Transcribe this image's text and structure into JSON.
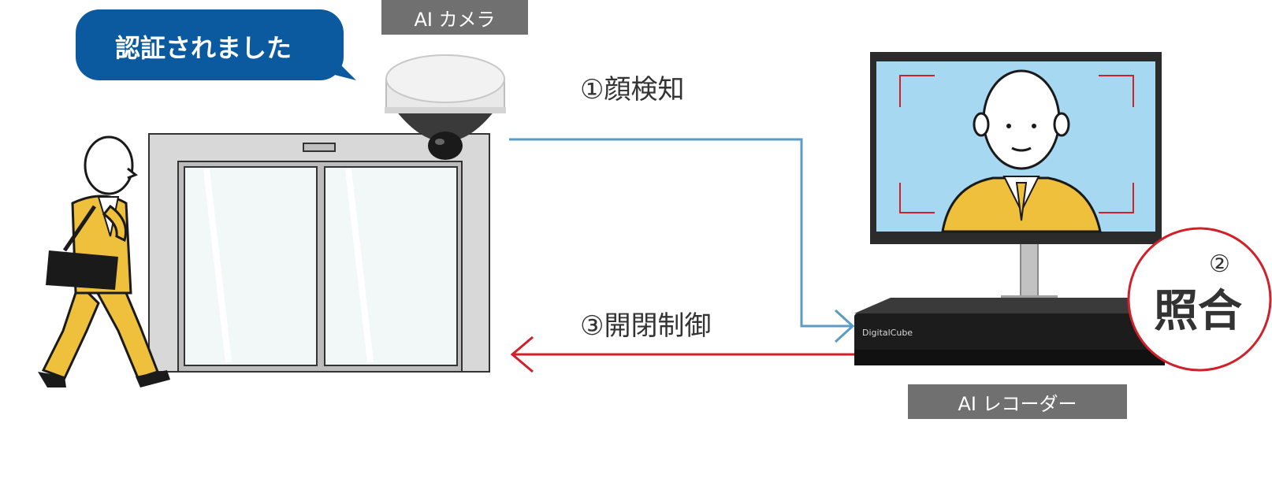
{
  "speech_bubble": {
    "text": "認証されました",
    "color": "#0b5aa0"
  },
  "camera": {
    "label": "AI カメラ"
  },
  "recorder": {
    "label": "AI レコーダー",
    "brand": "DigitalCube"
  },
  "steps": {
    "face_detect": "①顔検知",
    "match_number": "②",
    "match_label": "照合",
    "door_control": "③開閉制御"
  },
  "colors": {
    "forward_arrow": "#5b9bc4",
    "return_arrow": "#d0202a",
    "suit": "#eec03c",
    "screen_bg": "#a6d8f2",
    "label_bg": "#707070"
  },
  "icons": {
    "person": "walking-businessman-icon",
    "door": "automatic-door-icon",
    "camera": "dome-camera-icon",
    "monitor": "monitor-icon",
    "recorder": "recorder-box-icon"
  }
}
